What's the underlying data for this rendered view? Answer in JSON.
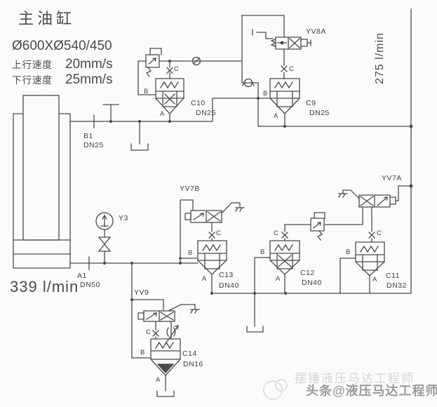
{
  "title_block": {
    "title": "主油缸",
    "spec": "Ø600XØ540/450",
    "up_label": "上行速度",
    "up_value": "20mm/s",
    "down_label": "下行速度",
    "down_value": "25mm/s"
  },
  "flow_labels": {
    "right": "275 l/min",
    "left": "339 l/min"
  },
  "ports": {
    "b1": "B1",
    "b1_dn": "DN25",
    "a1": "A1",
    "a1_dn": "DN50",
    "letter_b": "B",
    "letter_a": "A",
    "letter_c": "C"
  },
  "solenoid_valves": {
    "yv8a": "YV8A",
    "yv7b": "YV7B",
    "yv7a": "YV7A",
    "yv9": "YV9"
  },
  "gauge": {
    "y3": "Y3"
  },
  "cartridge_valves": {
    "c9": {
      "id": "C9",
      "dn": "DN25"
    },
    "c10": {
      "id": "C10",
      "dn": "DN25"
    },
    "c11": {
      "id": "C11",
      "dn": "DN32"
    },
    "c12": {
      "id": "C12",
      "dn": "DN40"
    },
    "c13": {
      "id": "C13",
      "dn": "DN40"
    },
    "c14": {
      "id": "C14",
      "dn": "DN16"
    }
  },
  "watermark": {
    "faint": "摆锤液压马达工程师",
    "main": "头条@液压马达工程师"
  },
  "colors": {
    "line": "#4a4a4a",
    "text": "#3f3f3f",
    "background": "#fbfbf9",
    "watermark_faint": "#d6d6d6",
    "watermark_main": "#9b9b9b"
  }
}
